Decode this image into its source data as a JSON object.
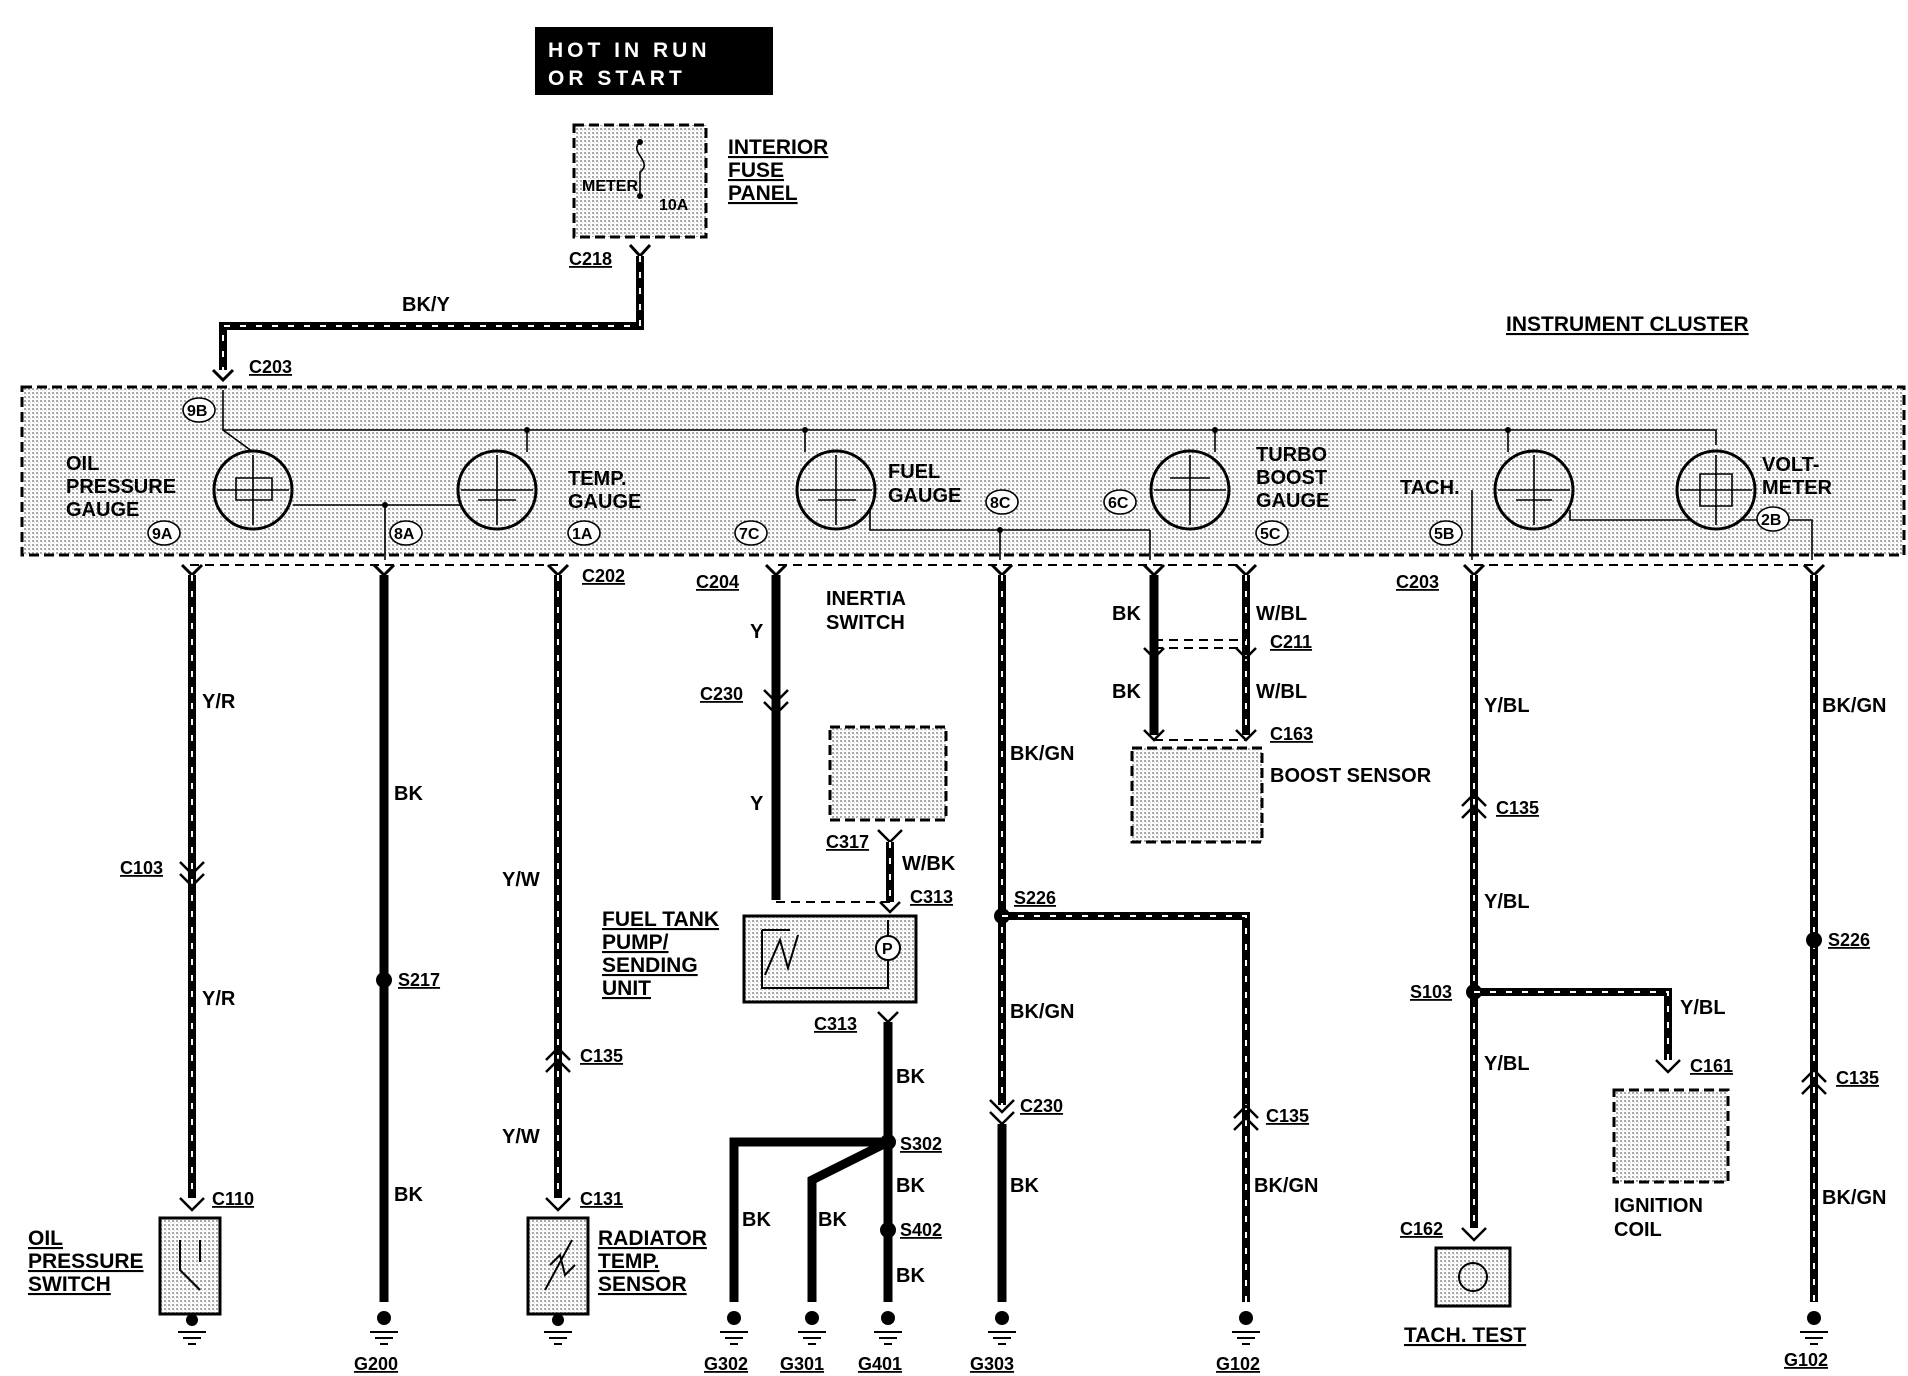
{
  "header": {
    "power_line1": "HOT IN RUN",
    "power_line2": "OR START"
  },
  "fuse_panel": {
    "title_lines": [
      "INTERIOR",
      "FUSE",
      "PANEL"
    ],
    "fuse_name": "METER",
    "fuse_rating": "10A",
    "connector": "C218"
  },
  "cluster": {
    "title": "INSTRUMENT CLUSTER",
    "feed_wire": "BK/Y",
    "feed_connector": "C203",
    "feed_pin": "9B",
    "gauges": {
      "oil_lines": [
        "OIL",
        "PRESSURE",
        "GAUGE"
      ],
      "temp_lines": [
        "TEMP.",
        "GAUGE"
      ],
      "fuel_lines": [
        "FUEL",
        "GAUGE"
      ],
      "turbo_lines": [
        "TURBO",
        "BOOST",
        "GAUGE"
      ],
      "tach": "TACH.",
      "volt_lines": [
        "VOLT-",
        "METER"
      ]
    },
    "pins": [
      "9A",
      "8A",
      "1A",
      "7C",
      "8C",
      "6C",
      "5C",
      "5B",
      "2B"
    ],
    "connectors": {
      "left": "C202",
      "mid": "C204",
      "right": "C203"
    }
  },
  "circuits": {
    "oil": {
      "wire": "Y/R",
      "inline": "C103",
      "sensor_conn": "C110",
      "sensor_lines": [
        "OIL",
        "PRESSURE",
        "SWITCH"
      ]
    },
    "ground_8a": {
      "wire": "BK",
      "splice": "S217",
      "ground": "G200"
    },
    "temp": {
      "wire": "Y/W",
      "inline": "C135",
      "sensor_conn": "C131",
      "sensor_lines": [
        "RADIATOR",
        "TEMP.",
        "SENSOR"
      ]
    },
    "fuel": {
      "wire": "Y",
      "inline": "C230",
      "inertia_lines": [
        "INERTIA",
        "SWITCH"
      ],
      "inertia_conn": "C317",
      "inertia_wire": "W/BK",
      "unit_conn": "C313",
      "unit_lines": [
        "FUEL TANK",
        "PUMP/",
        "SENDING",
        "UNIT"
      ],
      "pump_symbol": "P",
      "ground_wire": "BK",
      "splice1": "S302",
      "splice2": "S402",
      "grounds": [
        "G302",
        "G301",
        "G401"
      ]
    },
    "ground_8c": {
      "wire": "BK/GN",
      "splice": "S226",
      "inline": "C230",
      "lower_wire": "BK",
      "ground": "G303",
      "branch_inline": "C135",
      "branch_ground": "G102"
    },
    "boost": {
      "wire_left": "BK",
      "wire_right": "W/BL",
      "inline": "C211",
      "sensor_conn": "C163",
      "sensor": "BOOST SENSOR"
    },
    "tach": {
      "wire": "Y/BL",
      "inline": "C135",
      "splice": "S103",
      "coil_conn": "C161",
      "coil_lines": [
        "IGNITION",
        "COIL"
      ],
      "test_conn": "C162",
      "test": "TACH. TEST"
    },
    "volt": {
      "wire": "BK/GN",
      "splice": "S226",
      "inline": "C135",
      "ground": "G102"
    }
  }
}
